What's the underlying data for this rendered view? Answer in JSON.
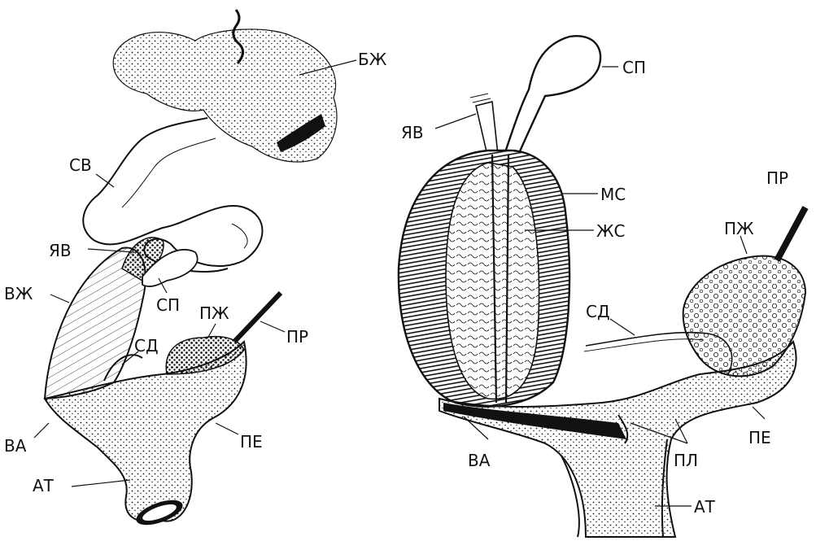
{
  "figures": {
    "left": {
      "labels": {
        "bzh": "БЖ",
        "sv": "СВ",
        "yav": "ЯВ",
        "vzh": "ВЖ",
        "sp": "СП",
        "pzh": "ПЖ",
        "pr": "ПР",
        "sd": "СД",
        "va": "ВА",
        "pe": "ПЕ",
        "at": "АТ"
      }
    },
    "right": {
      "labels": {
        "sp": "СП",
        "yav": "ЯВ",
        "ms": "МС",
        "zhs": "ЖС",
        "pr": "ПР",
        "pzh": "ПЖ",
        "sd": "СД",
        "pe": "ПЕ",
        "va": "ВА",
        "pl": "ПЛ",
        "at": "АТ"
      }
    }
  },
  "colors": {
    "ink": "#111111",
    "paper": "#ffffff"
  }
}
